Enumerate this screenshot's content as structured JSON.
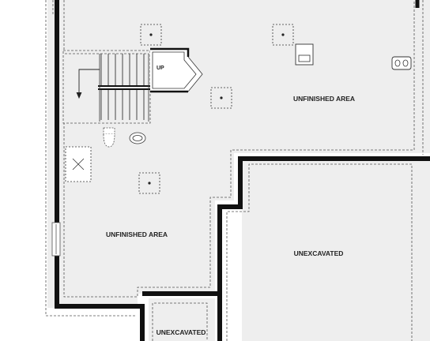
{
  "labels": {
    "up": "UP",
    "unfinished_area_top": "UNFINISHED AREA",
    "unfinished_area_left": "UNFINISHED AREA",
    "unexcavated_right": "UNEXCAVATED",
    "unexcavated_bottom": "UNEXCAVATED"
  },
  "colors": {
    "floor_fill": "#eeeeee",
    "wall": "#111111",
    "dashed_line": "#555555",
    "background": "#ffffff"
  },
  "icons": {
    "posts": [
      "post-icon",
      "post-icon",
      "post-icon",
      "post-icon"
    ],
    "water_heater": "water-heater-icon",
    "electrical_panel": "electrical-panel-icon",
    "furnace": "furnace-icon",
    "sump_pit": "sump-pit-icon",
    "laundry_tub": "laundry-tub-icon",
    "window": "window-icon"
  }
}
